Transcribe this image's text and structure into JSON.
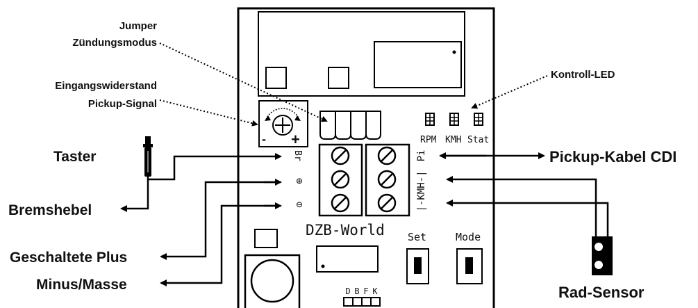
{
  "callouts": {
    "jumper_line1": "Jumper",
    "jumper_line2": "Zündungsmodus",
    "resistor_line1": "Eingangswiderstand",
    "resistor_line2": "Pickup-Signal",
    "led": "Kontroll-LED"
  },
  "left_labels": {
    "taster": "Taster",
    "bremshebel": "Bremshebel",
    "geschaltete_plus": "Geschaltete Plus",
    "minus_masse": "Minus/Masse"
  },
  "right_labels": {
    "pickup_cdi": "Pickup-Kabel CDI",
    "rad_sensor": "Rad-Sensor"
  },
  "board": {
    "led_labels": [
      "RPM",
      "KMH",
      "Stat"
    ],
    "pin_labels": {
      "br": "Br",
      "plus": "⊕",
      "minus": "⊖",
      "pi": "Pi",
      "kmh": "|-KMH-|"
    },
    "brand": "DZB-World",
    "set_label": "Set",
    "mode_label": "Mode",
    "jumper_letters": [
      "D",
      "B",
      "F",
      "K"
    ],
    "pot_minus": "-",
    "pot_plus": "+"
  }
}
